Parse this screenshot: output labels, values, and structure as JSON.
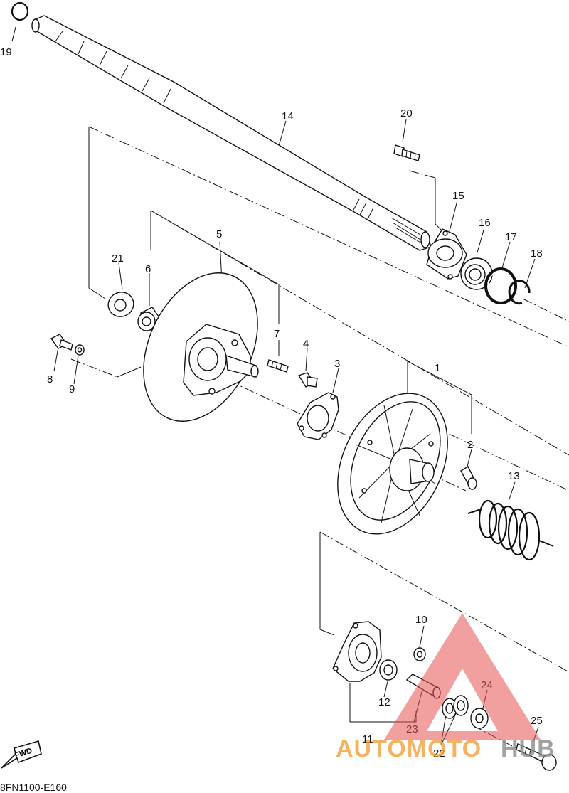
{
  "diagram_code": "8FN1100-E160",
  "fwd_label": "FWD",
  "watermark": {
    "text_orange": "AUTOMOTO",
    "text_gray": "HUB",
    "orange": "#f2a13a",
    "gray": "#8c8c8c",
    "logo_red": "#e85050"
  },
  "callouts": {
    "p1": "1",
    "p2": "2",
    "p3": "3",
    "p4": "4",
    "p5": "5",
    "p6": "6",
    "p7": "7",
    "p8": "8",
    "p9": "9",
    "p10": "10",
    "p11": "11",
    "p12": "12",
    "p13": "13",
    "p14": "14",
    "p15": "15",
    "p16": "16",
    "p17": "17",
    "p18": "18",
    "p19": "19",
    "p20": "20",
    "p21": "21",
    "p22": "22",
    "p23": "23",
    "p24": "24",
    "p25": "25"
  }
}
